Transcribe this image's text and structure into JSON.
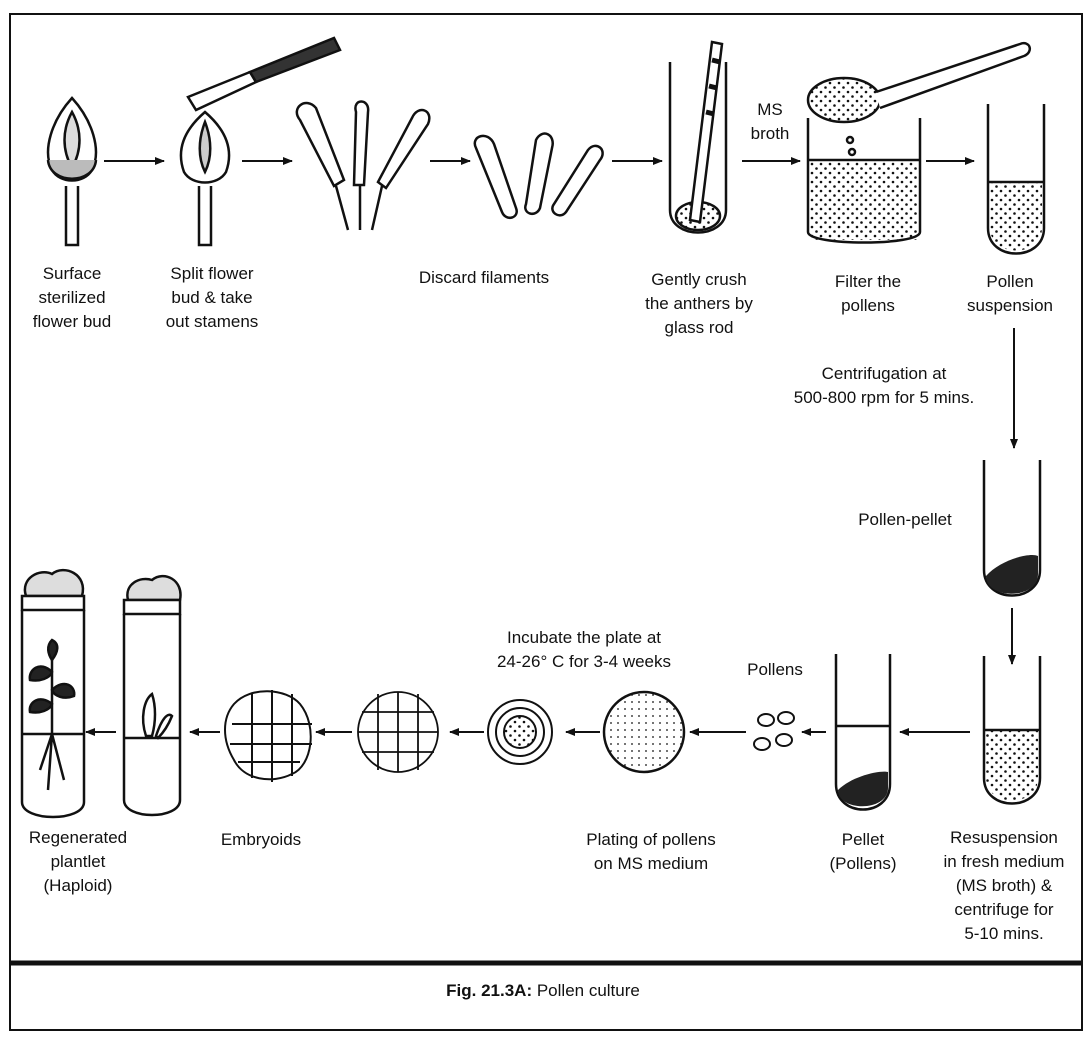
{
  "figure": {
    "steps_top": [
      {
        "id": "bud",
        "lines": [
          "Surface",
          "sterilized",
          "flower bud"
        ]
      },
      {
        "id": "split",
        "lines": [
          "Split flower",
          "bud & take",
          "out stamens"
        ]
      },
      {
        "id": "discard",
        "lines": [
          "Discard filaments"
        ]
      },
      {
        "id": "crush",
        "lines": [
          "Gently crush",
          "the anthers by",
          "glass rod"
        ]
      },
      {
        "id": "filter",
        "lines": [
          "Filter the",
          "pollens"
        ]
      },
      {
        "id": "suspension",
        "lines": [
          "Pollen",
          "suspension"
        ]
      }
    ],
    "ms_broth_label": [
      "MS",
      "broth"
    ],
    "centrifuge_label": [
      "Centrifugation at",
      "500-800 rpm for 5 mins."
    ],
    "pollen_pellet_label": "Pollen-pellet",
    "resuspension_label": [
      "Resuspension",
      "in fresh medium",
      "(MS broth) &",
      "centrifuge for",
      "5-10 mins."
    ],
    "pellet_label": [
      "Pellet",
      "(Pollens)"
    ],
    "pollens_label": "Pollens",
    "plating_label": [
      "Plating of pollens",
      "on MS medium"
    ],
    "incubate_label": [
      "Incubate the plate at",
      "24-26° C for 3-4 weeks"
    ],
    "embryoids_label": "Embryoids",
    "regenerated_label": [
      "Regenerated",
      "plantlet",
      "(Haploid)"
    ],
    "caption_bold": "Fig. 21.3A:",
    "caption_text": "Pollen culture"
  }
}
